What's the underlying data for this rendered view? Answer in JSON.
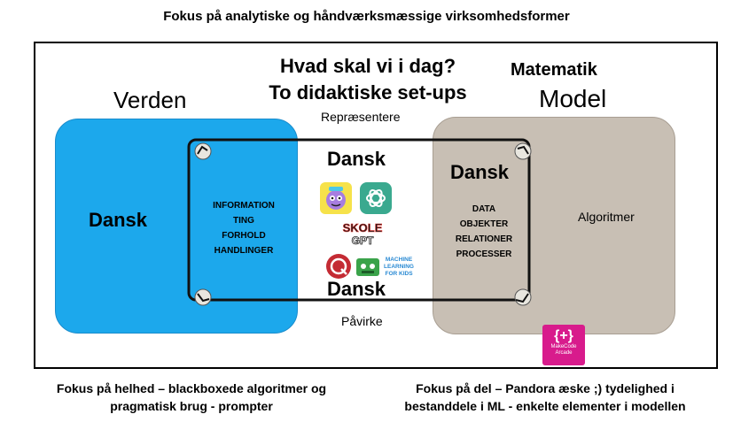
{
  "top_title": "Fokus på analytiske og håndværksmæssige virksomhedsformer",
  "heading_line1": "Hvad skal vi i dag?",
  "heading_line2": "To didaktiske set-ups",
  "left_label": "Verden",
  "right_label_top": "Matematik",
  "right_label_bottom": "Model",
  "represent_label": "Repræsentere",
  "affect_label": "Påvirke",
  "dansk_left": "Dansk",
  "dansk_top_middle": "Dansk",
  "dansk_top_right": "Dansk",
  "dansk_bottom_middle": "Dansk",
  "algorithm_label": "Algoritmer",
  "info_list": [
    "INFORMATION",
    "TING",
    "FORHOLD",
    "HANDLINGER"
  ],
  "data_list": [
    "DATA",
    "OBJEKTER",
    "RELATIONER",
    "PROCESSER"
  ],
  "logos": {
    "skole_line1": "SKOLE",
    "skole_line2": "GPT",
    "ml_line1": "MACHINE",
    "ml_line2": "LEARNING",
    "ml_line3": "FOR KIDS",
    "makecode_line1": "MakeCode",
    "makecode_line2": "Arcade"
  },
  "bottom_left_line1": "Fokus på helhed – blackboxede algoritmer og",
  "bottom_left_line2": "pragmatisk brug - prompter",
  "bottom_right_line1": "Fokus på del – Pandora æske ;) tydelighed i",
  "bottom_right_line2": "bestanddele i ML - enkelte elementer i modellen",
  "colors": {
    "world_box": "#1ca8ec",
    "model_box": "#c8bfb4",
    "makecode": "#d81b8c"
  }
}
